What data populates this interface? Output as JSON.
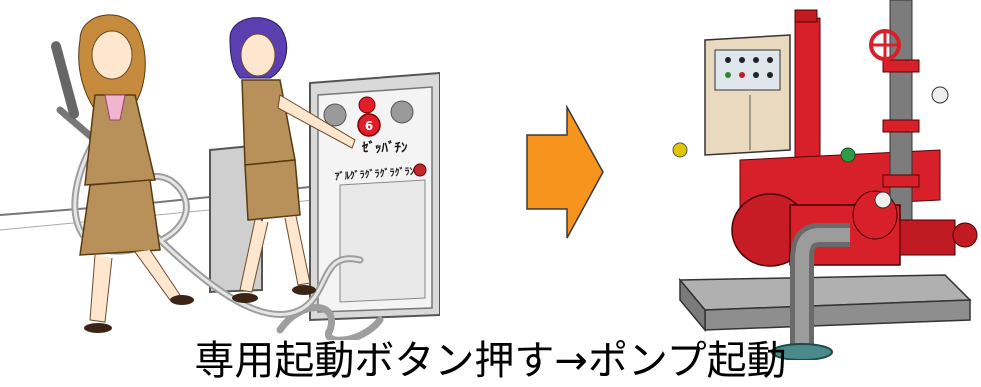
{
  "caption": "専用起動ボタン押す→ポンプ起動",
  "left_scene": {
    "button_sign": "ｾﾞｯﾊﾞﾁﾝ",
    "hose_reel_label": "ｱﾞﾙｸﾞﾗｸﾞﾗｸﾞﾗｸﾞﾗﾝ"
  },
  "colors": {
    "arrow_fill": "#f7941d",
    "arrow_stroke": "#3a3a3a",
    "pump_red": "#d8202a",
    "panel_beige": "#e9d9bf",
    "base_gray": "#8e8e8e",
    "uniform_tan": "#b8915a",
    "hose_gray": "#c8c8c8"
  }
}
